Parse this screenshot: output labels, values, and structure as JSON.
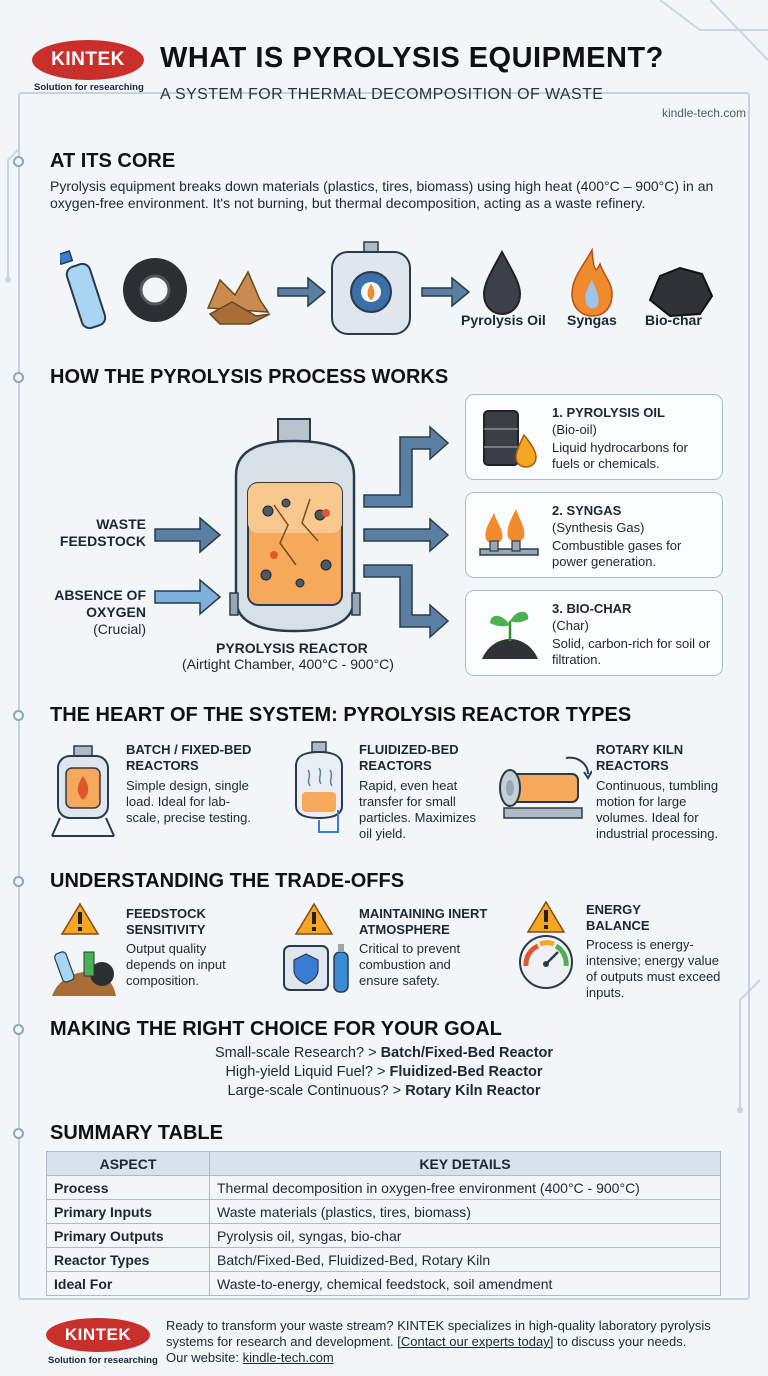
{
  "brand": {
    "name": "KINTEK",
    "tagline": "Solution for researching",
    "site": "kindle-tech.com"
  },
  "header": {
    "title": "WHAT IS PYROLYSIS EQUIPMENT?",
    "subtitle": "A SYSTEM FOR THERMAL DECOMPOSITION OF WASTE"
  },
  "core": {
    "heading": "AT ITS CORE",
    "text": "Pyrolysis equipment breaks down materials (plastics, tires, biomass) using high heat (400°C – 900°C) in an oxygen-free environment. It's not burning, but thermal decomposition, acting as a waste refinery.",
    "outputs": [
      "Pyrolysis Oil",
      "Syngas",
      "Bio-char"
    ]
  },
  "process": {
    "heading": "HOW THE PYROLYSIS PROCESS WORKS",
    "input1": "WASTE FEEDSTOCK",
    "input2": "ABSENCE OF OXYGEN",
    "input2_note": "(Crucial)",
    "reactor_label": "PYROLYSIS REACTOR",
    "reactor_note": "(Airtight Chamber, 400°C - 900°C)",
    "outputs": [
      {
        "title": "1. PYROLYSIS OIL",
        "alt": "(Bio-oil)",
        "desc": "Liquid hydrocarbons for fuels or chemicals."
      },
      {
        "title": "2. SYNGAS",
        "alt": "(Synthesis Gas)",
        "desc": "Combustible gases for power generation."
      },
      {
        "title": "3. BIO-CHAR",
        "alt": "(Char)",
        "desc": "Solid, carbon-rich for soil or filtration."
      }
    ]
  },
  "reactors": {
    "heading": "THE HEART OF THE SYSTEM: PYROLYSIS REACTOR TYPES",
    "items": [
      {
        "title": "BATCH / FIXED-BED REACTORS",
        "desc": "Simple design, single load. Ideal for lab-scale, precise testing."
      },
      {
        "title": "FLUIDIZED-BED REACTORS",
        "desc": "Rapid, even heat transfer for small particles. Maximizes oil yield."
      },
      {
        "title": "ROTARY KILN REACTORS",
        "desc": "Continuous, tumbling motion for large volumes. Ideal for industrial processing."
      }
    ]
  },
  "tradeoffs": {
    "heading": "UNDERSTANDING THE TRADE-OFFS",
    "items": [
      {
        "title": "FEEDSTOCK SENSITIVITY",
        "desc": "Output quality depends on input composition."
      },
      {
        "title": "MAINTAINING INERT ATMOSPHERE",
        "desc": "Critical to prevent combustion and ensure safety."
      },
      {
        "title": "ENERGY BALANCE",
        "desc": "Process is energy-intensive; energy value of outputs must exceed inputs."
      }
    ]
  },
  "choice": {
    "heading": "MAKING THE RIGHT CHOICE FOR YOUR GOAL",
    "lines": [
      {
        "q": "Small-scale Research? >",
        "a": "Batch/Fixed-Bed Reactor"
      },
      {
        "q": "High-yield Liquid Fuel? >",
        "a": "Fluidized-Bed Reactor"
      },
      {
        "q": "Large-scale Continuous? >",
        "a": "Rotary Kiln Reactor"
      }
    ]
  },
  "summary": {
    "heading": "SUMMARY TABLE",
    "columns": [
      "ASPECT",
      "KEY DETAILS"
    ],
    "rows": [
      [
        "Process",
        "Thermal decomposition in oxygen-free environment (400°C - 900°C)"
      ],
      [
        "Primary Inputs",
        "Waste materials (plastics, tires, biomass)"
      ],
      [
        "Primary Outputs",
        "Pyrolysis oil, syngas, bio-char"
      ],
      [
        "Reactor Types",
        "Batch/Fixed-Bed, Fluidized-Bed, Rotary Kiln"
      ],
      [
        "Ideal For",
        "Waste-to-energy, chemical feedstock, soil amendment"
      ]
    ]
  },
  "footer": {
    "text": "Ready to transform your waste stream? KINTEK specializes in high-quality laboratory pyrolysis systems for research and development.",
    "link": "[Contact our experts today]",
    "tail": "to discuss your needs.",
    "website_label": "Our website:",
    "website": "kindle-tech.com"
  },
  "colors": {
    "brand_red": "#c9302c",
    "accent_blue": "#5b7fa3",
    "orange": "#f08a2c"
  }
}
